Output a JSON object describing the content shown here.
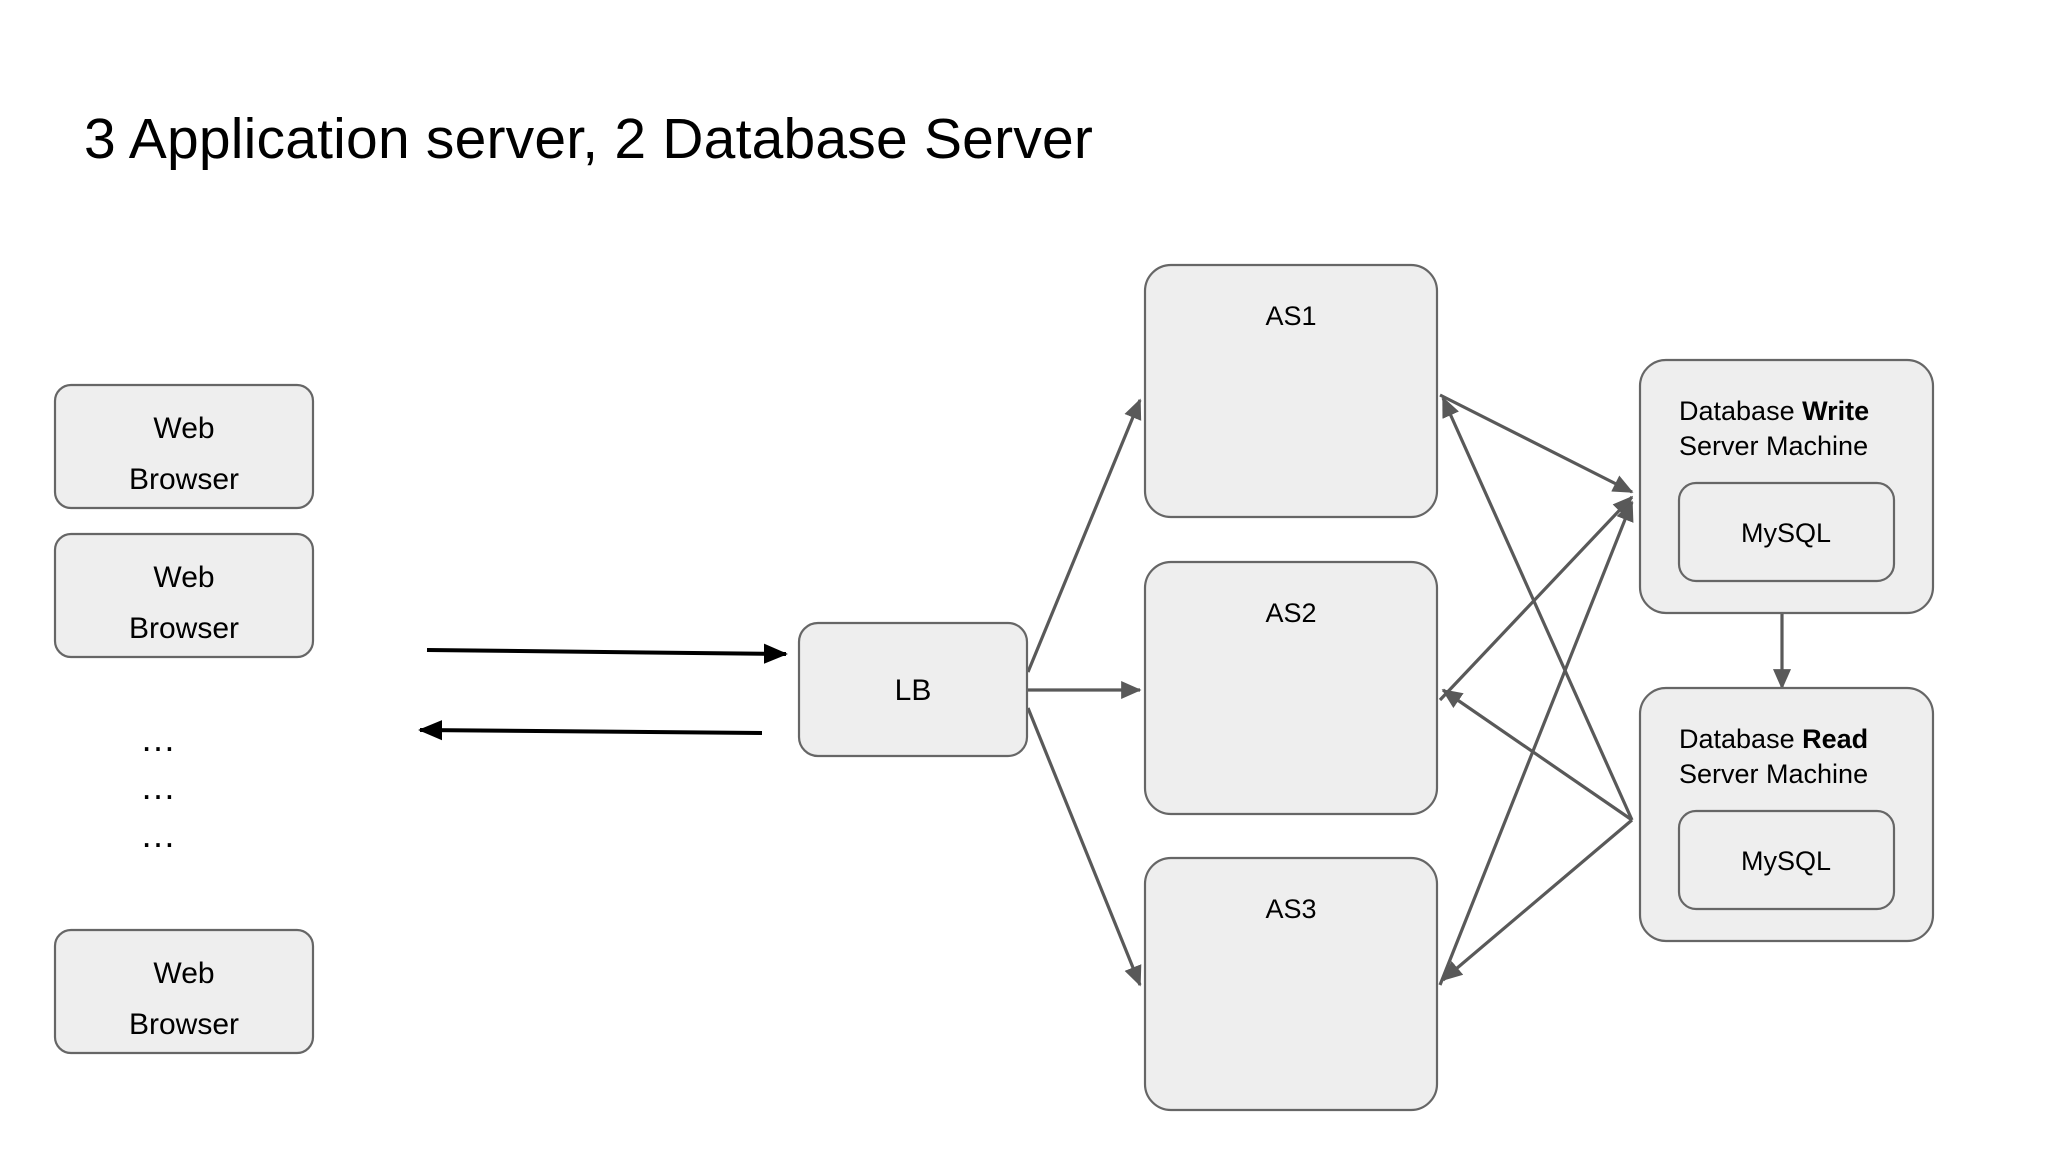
{
  "slide": {
    "title": "3 Application server, 2 Database Server",
    "background_color": "#ffffff"
  },
  "theme": {
    "node_fill": "#eeeeee",
    "node_stroke": "#666666",
    "link_stroke": "#595959",
    "client_arrow_stroke": "#000000",
    "text_color": "#000000"
  },
  "clients": {
    "browsers": [
      {
        "line1": "Web",
        "line2": "Browser"
      },
      {
        "line1": "Web",
        "line2": "Browser"
      },
      {
        "line1": "Web",
        "line2": "Browser"
      }
    ],
    "ellipsis_rows": [
      "…",
      "…",
      "…"
    ]
  },
  "load_balancer": {
    "label": "LB"
  },
  "app_servers": [
    {
      "label": "AS1"
    },
    {
      "label": "AS2"
    },
    {
      "label": "AS3"
    }
  ],
  "databases": [
    {
      "title_prefix": "Database ",
      "title_emphasis": "Write",
      "subtitle": "Server Machine",
      "engine": "MySQL"
    },
    {
      "title_prefix": "Database ",
      "title_emphasis": "Read",
      "subtitle": "Server Machine",
      "engine": "MySQL"
    }
  ],
  "connections": {
    "client_to_lb": "request",
    "lb_to_client": "response",
    "lb_to_app_servers": [
      "AS1",
      "AS2",
      "AS3"
    ],
    "app_servers_to_write_db": [
      "AS1",
      "AS2",
      "AS3"
    ],
    "read_db_to_app_servers": [
      "AS1",
      "AS2",
      "AS3"
    ],
    "write_db_to_read_db": "replication"
  }
}
